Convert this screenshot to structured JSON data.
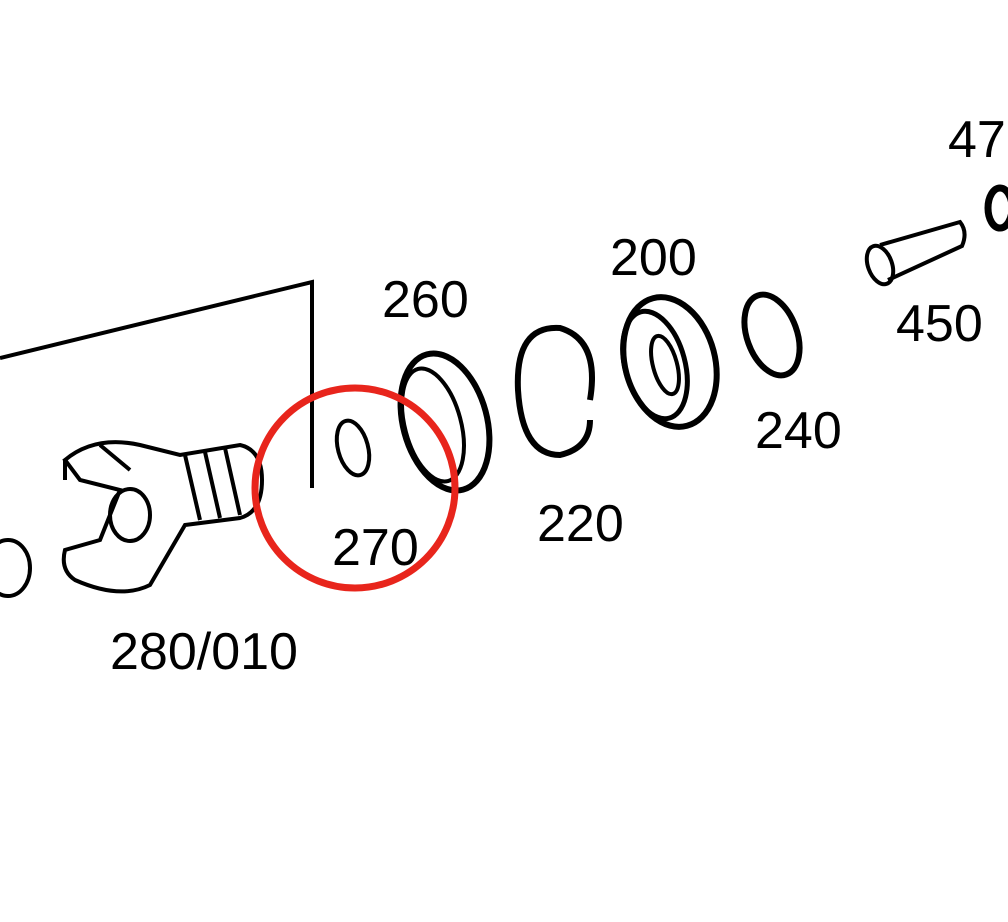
{
  "diagram": {
    "labels": {
      "p47": "47",
      "p200": "200",
      "p260": "260",
      "p450": "450",
      "p240": "240",
      "p220": "220",
      "p270": "270",
      "p280": "280/010"
    },
    "highlight_color": "#e8251c"
  }
}
